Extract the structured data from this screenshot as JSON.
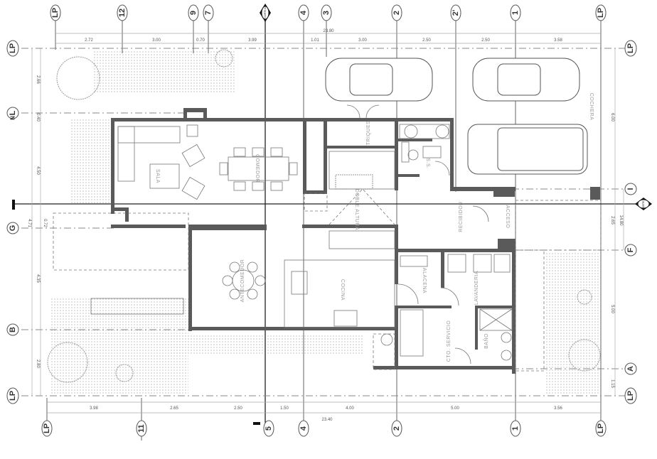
{
  "grid": {
    "top": [
      "LP",
      "12",
      "9",
      "7",
      "4",
      "3",
      "2",
      "2'",
      "1",
      "LP"
    ],
    "bottom": [
      "LP",
      "11",
      "5",
      "4",
      "2",
      "1",
      "LP"
    ],
    "left": [
      "LP",
      "L",
      "N",
      "G",
      "B",
      "LP"
    ],
    "right": [
      "LP",
      "I",
      "F",
      "A",
      "LP"
    ]
  },
  "section_marker": {
    "top": "CORTE A",
    "right": "CORTE B"
  },
  "dimensions": {
    "top_total": "23.80",
    "top": [
      "2.72",
      "3.00",
      "0.70",
      "3.99",
      "1.01",
      "3.00",
      "2.50",
      "2.50",
      "3.58"
    ],
    "bottom_total": "23.40",
    "bottom": [
      "3.98",
      "2.65",
      "2.50",
      "1.50",
      "4.00",
      "5.00",
      "3.56"
    ],
    "left": [
      "2.66",
      "0.40",
      "4.50",
      "4.71",
      "0.72",
      "4.35",
      "2.80"
    ],
    "right": [
      "6.00",
      "2.65",
      "14.80",
      "5.00",
      "1.15"
    ]
  },
  "rooms": {
    "sala": "SALA",
    "comedor": "COMEDOR",
    "triques": "TRIQUES",
    "ss": "S.S.",
    "cochera": "COCHERA",
    "doble": "DOBLE ALTURA",
    "recibidor": "RECIBIDOR",
    "acceso": "ACCESO",
    "cocina": "COCINA",
    "antecomedor": "ANTECOMEDOR",
    "alacena": "ALACENA",
    "lavanderia": "LAVANDERIA",
    "servicio": "CTO. SERVICIO",
    "bano": "BAÑO"
  },
  "colors": {
    "wall": "#5a5a5a",
    "line": "#666666",
    "background": "#ffffff"
  }
}
